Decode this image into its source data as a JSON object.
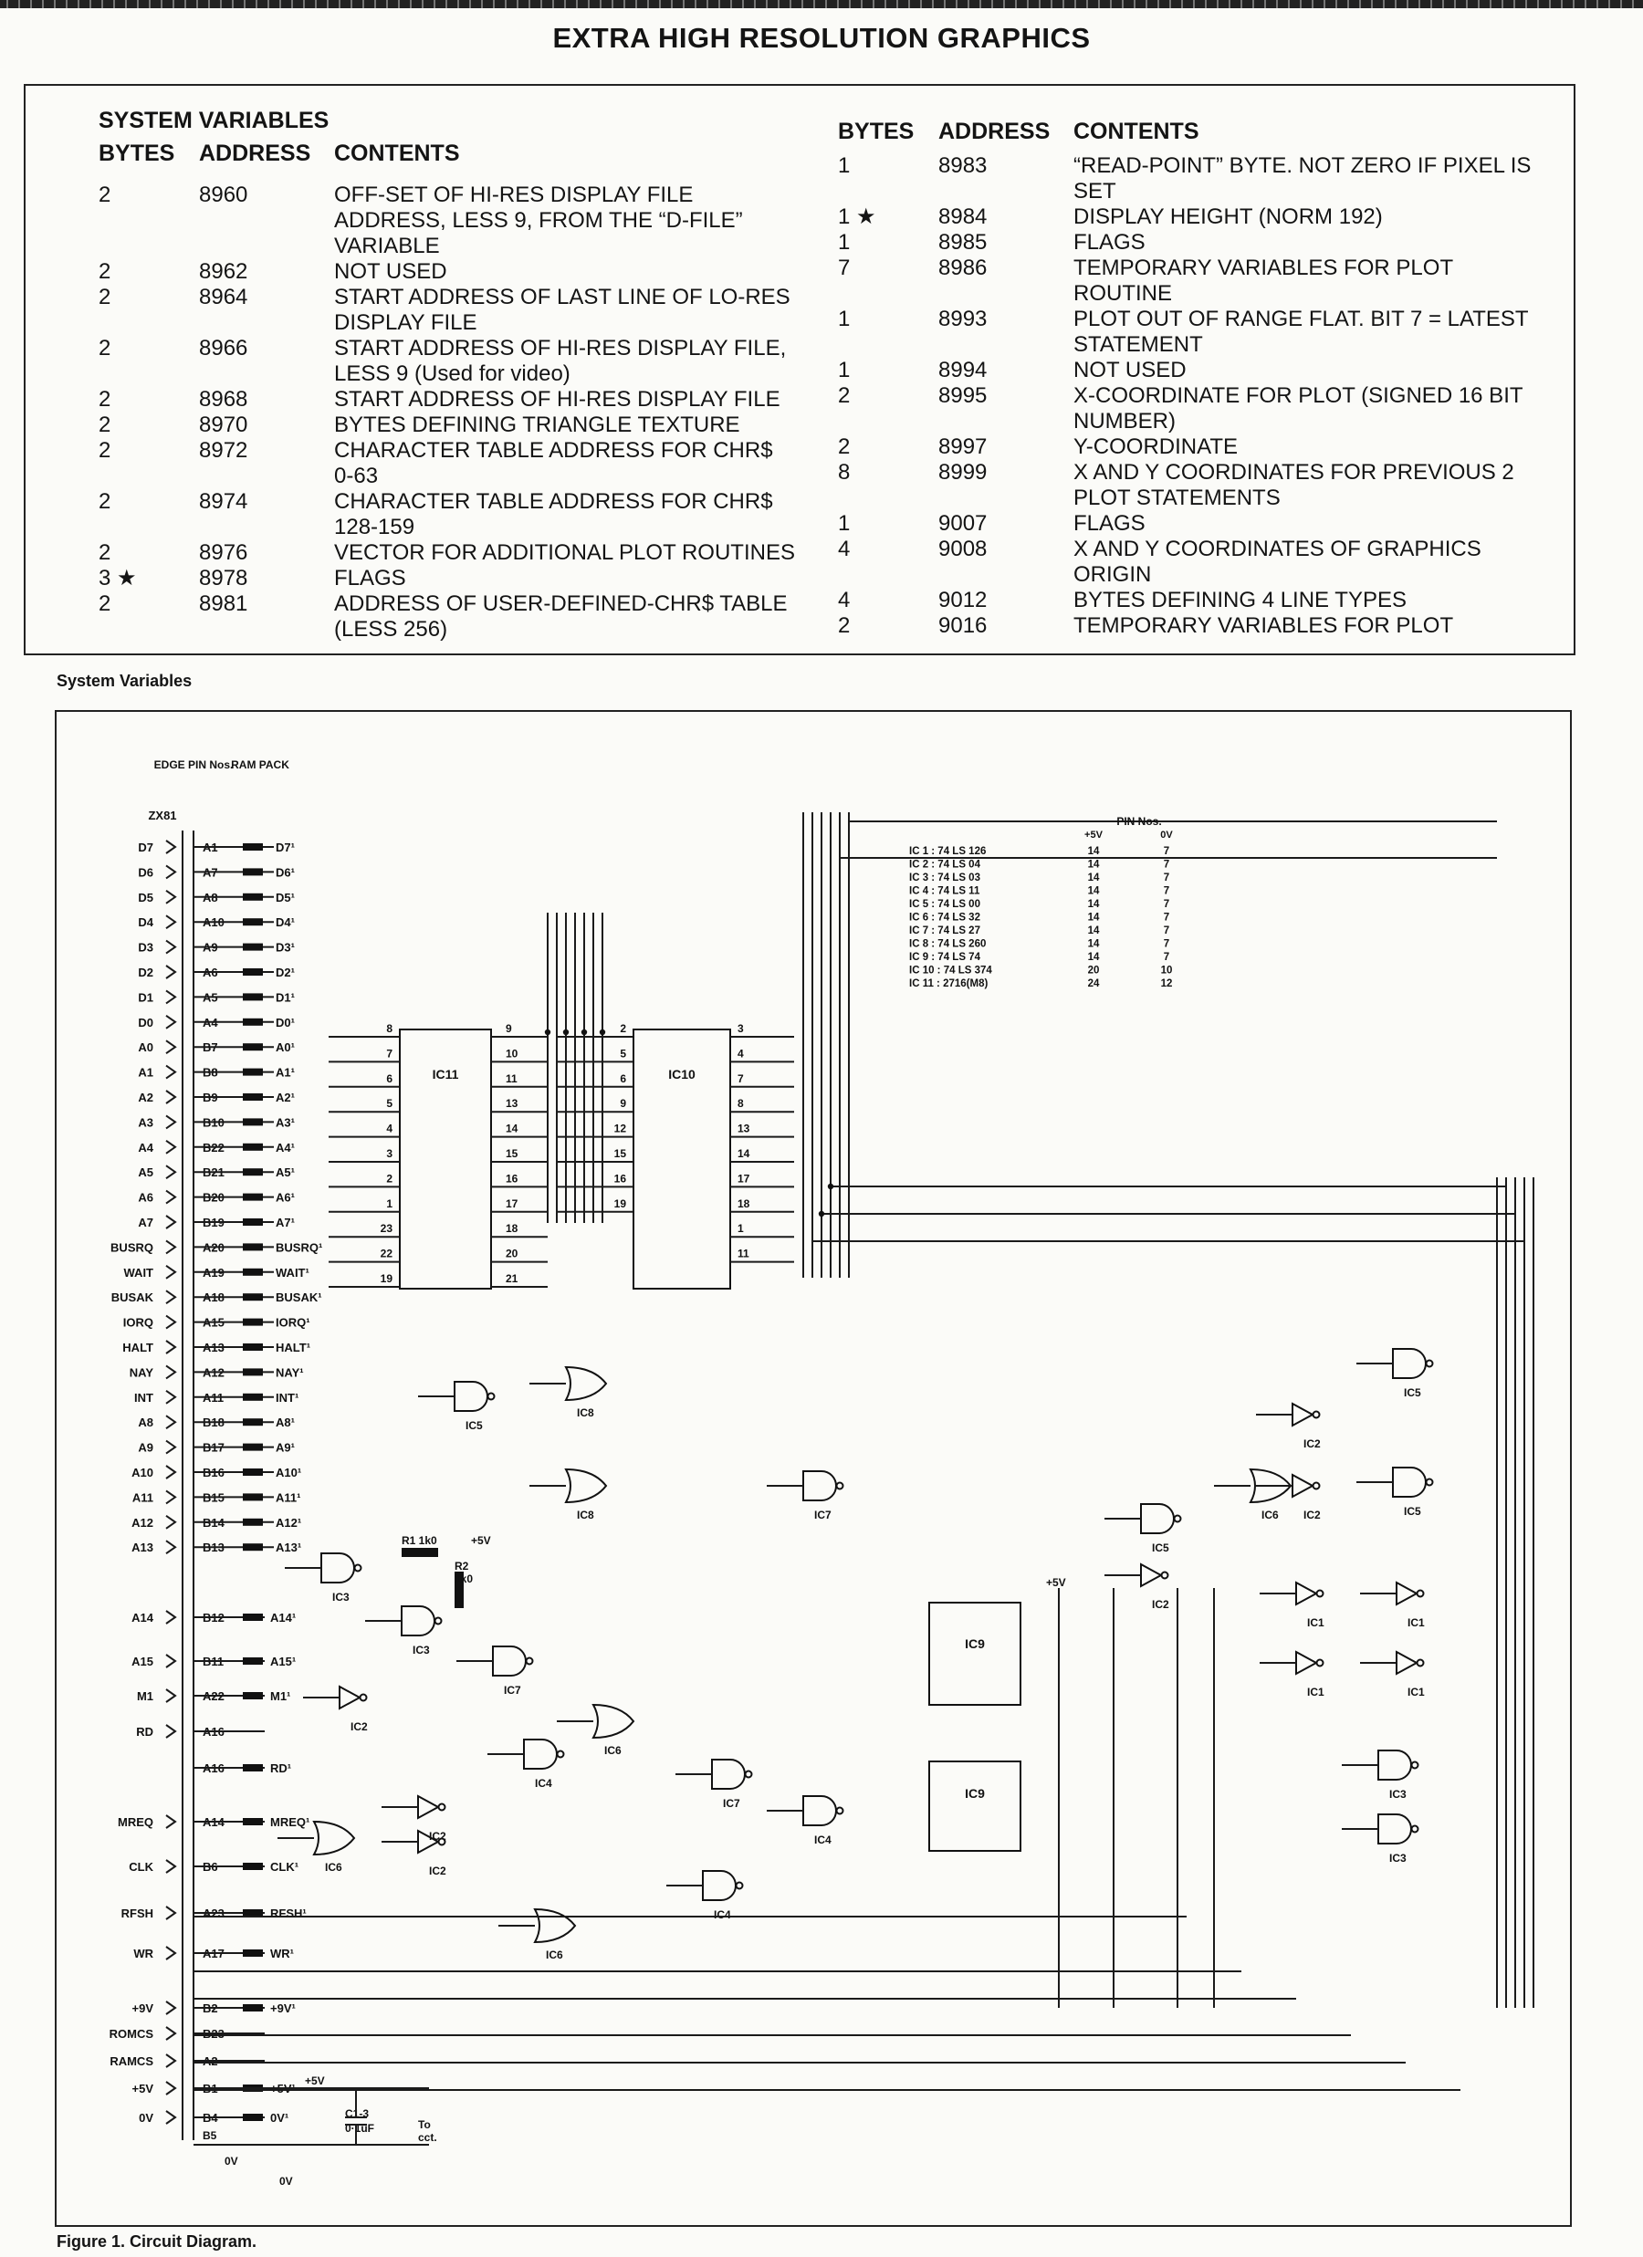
{
  "title": "EXTRA HIGH RESOLUTION GRAPHICS",
  "table": {
    "heading": "SYSTEM VARIABLES",
    "columns": [
      "BYTES",
      "ADDRESS",
      "CONTENTS"
    ],
    "left_rows": [
      {
        "bytes": "2",
        "address": "8960",
        "lines": [
          "OFF-SET OF HI-RES DISPLAY FILE",
          "ADDRESS, LESS 9, FROM THE “D-FILE”",
          "VARIABLE"
        ]
      },
      {
        "bytes": "2",
        "address": "8962",
        "lines": [
          "NOT USED"
        ]
      },
      {
        "bytes": "2",
        "address": "8964",
        "lines": [
          "START ADDRESS OF LAST LINE OF LO-RES",
          "DISPLAY FILE"
        ]
      },
      {
        "bytes": "2",
        "address": "8966",
        "lines": [
          "START ADDRESS OF HI-RES DISPLAY FILE,",
          "LESS 9 (Used for video)"
        ]
      },
      {
        "bytes": "2",
        "address": "8968",
        "lines": [
          "START ADDRESS OF HI-RES DISPLAY FILE"
        ]
      },
      {
        "bytes": "2",
        "address": "8970",
        "lines": [
          "BYTES DEFINING TRIANGLE TEXTURE"
        ]
      },
      {
        "bytes": "2",
        "address": "8972",
        "lines": [
          "CHARACTER TABLE ADDRESS FOR CHR$",
          "0-63"
        ]
      },
      {
        "bytes": "2",
        "address": "8974",
        "lines": [
          "CHARACTER TABLE ADDRESS FOR CHR$",
          "128-159"
        ]
      },
      {
        "bytes": "2",
        "address": "8976",
        "lines": [
          "VECTOR FOR ADDITIONAL PLOT ROUTINES"
        ]
      },
      {
        "bytes": "3 ★",
        "address": "8978",
        "lines": [
          "FLAGS"
        ]
      },
      {
        "bytes": "2",
        "address": "8981",
        "lines": [
          "ADDRESS OF USER-DEFINED-CHR$ TABLE",
          "(LESS 256)"
        ]
      }
    ],
    "right_rows": [
      {
        "bytes": "1",
        "address": "8983",
        "lines": [
          "“READ-POINT” BYTE. NOT ZERO IF PIXEL IS",
          "SET"
        ]
      },
      {
        "bytes": "1 ★",
        "address": "8984",
        "lines": [
          "DISPLAY HEIGHT (NORM 192)"
        ]
      },
      {
        "bytes": "1",
        "address": "8985",
        "lines": [
          "FLAGS"
        ]
      },
      {
        "bytes": "7",
        "address": "8986",
        "lines": [
          "TEMPORARY VARIABLES FOR PLOT",
          "ROUTINE"
        ]
      },
      {
        "bytes": "1",
        "address": "8993",
        "lines": [
          "PLOT OUT OF RANGE FLAT. BIT 7 = LATEST",
          "STATEMENT"
        ]
      },
      {
        "bytes": "1",
        "address": "8994",
        "lines": [
          "NOT USED"
        ]
      },
      {
        "bytes": "2",
        "address": "8995",
        "lines": [
          "X-COORDINATE FOR PLOT (SIGNED 16 BIT",
          "NUMBER)"
        ]
      },
      {
        "bytes": "2",
        "address": "8997",
        "lines": [
          "Y-COORDINATE"
        ]
      },
      {
        "bytes": "8",
        "address": "8999",
        "lines": [
          "X AND Y COORDINATES FOR PREVIOUS 2",
          "PLOT STATEMENTS"
        ]
      },
      {
        "bytes": "1",
        "address": "9007",
        "lines": [
          "FLAGS"
        ]
      },
      {
        "bytes": "4",
        "address": "9008",
        "lines": [
          "X AND Y COORDINATES OF GRAPHICS",
          "ORIGIN"
        ]
      },
      {
        "bytes": "4",
        "address": "9012",
        "lines": [
          "BYTES DEFINING 4 LINE TYPES"
        ]
      },
      {
        "bytes": "2",
        "address": "9016",
        "lines": [
          "TEMPORARY VARIABLES FOR PLOT"
        ]
      }
    ]
  },
  "table_caption": "System Variables",
  "figure_caption": "Figure 1.  Circuit Diagram.",
  "circuit": {
    "col_headers": [
      "EDGE PIN Nos.",
      "RAM PACK",
      "ZX81"
    ],
    "edge_rows": [
      [
        "D7",
        "A1",
        "D7¹"
      ],
      [
        "D6",
        "A7",
        "D6¹"
      ],
      [
        "D5",
        "A8",
        "D5¹"
      ],
      [
        "D4",
        "A10",
        "D4¹"
      ],
      [
        "D3",
        "A9",
        "D3¹"
      ],
      [
        "D2",
        "A6",
        "D2¹"
      ],
      [
        "D1",
        "A5",
        "D1¹"
      ],
      [
        "D0",
        "A4",
        "D0¹"
      ],
      [
        "A0",
        "B7",
        "A0¹"
      ],
      [
        "A1",
        "B8",
        "A1¹"
      ],
      [
        "A2",
        "B9",
        "A2¹"
      ],
      [
        "A3",
        "B10",
        "A3¹"
      ],
      [
        "A4",
        "B22",
        "A4¹"
      ],
      [
        "A5",
        "B21",
        "A5¹"
      ],
      [
        "A6",
        "B20",
        "A6¹"
      ],
      [
        "A7",
        "B19",
        "A7¹"
      ],
      [
        "BUSRQ",
        "A20",
        "BUSRQ¹"
      ],
      [
        "WAIT",
        "A19",
        "WAIT¹"
      ],
      [
        "BUSAK",
        "A18",
        "BUSAK¹"
      ],
      [
        "IORQ",
        "A15",
        "IORQ¹"
      ],
      [
        "HALT",
        "A13",
        "HALT¹"
      ],
      [
        "NAY",
        "A12",
        "NAY¹"
      ],
      [
        "INT",
        "A11",
        "INT¹"
      ],
      [
        "A8",
        "B18",
        "A8¹"
      ],
      [
        "A9",
        "B17",
        "A9¹"
      ],
      [
        "A10",
        "B16",
        "A10¹"
      ],
      [
        "A11",
        "B15",
        "A11¹"
      ],
      [
        "A12",
        "B14",
        "A12¹"
      ],
      [
        "A13",
        "B13",
        "A13¹"
      ]
    ],
    "lower_rows": [
      [
        "A14",
        "B12",
        "A14¹"
      ],
      [
        "A15",
        "B11",
        "A15¹"
      ],
      [
        "M1",
        "A22",
        "M1¹"
      ],
      [
        "RD",
        "A16",
        ""
      ],
      [
        "",
        "A16",
        "RD¹"
      ],
      [
        "MREQ",
        "A14",
        "MREQ¹"
      ],
      [
        "CLK",
        "B6",
        "CLK¹"
      ],
      [
        "RFSH",
        "A23",
        "RFSH¹"
      ],
      [
        "WR",
        "A17",
        "WR¹"
      ],
      [
        "+9V",
        "B2",
        "+9V¹"
      ],
      [
        "ROMCS",
        "B23",
        ""
      ],
      [
        "RAMCS",
        "A2",
        ""
      ],
      [
        "+5V",
        "B1",
        "+5V¹"
      ],
      [
        "0V",
        "B4",
        "0V¹"
      ]
    ],
    "pin_table_heading": "PIN Nos.",
    "pin_table_cols": [
      "+5V",
      "0V"
    ],
    "pin_table": [
      [
        "IC 1 : 74 LS 126",
        "14",
        "7"
      ],
      [
        "IC 2 : 74 LS  04",
        "14",
        "7"
      ],
      [
        "IC 3 : 74 LS  03",
        "14",
        "7"
      ],
      [
        "IC 4 : 74 LS  11",
        "14",
        "7"
      ],
      [
        "IC 5 : 74 LS  00",
        "14",
        "7"
      ],
      [
        "IC 6 : 74 LS  32",
        "14",
        "7"
      ],
      [
        "IC 7 : 74 LS  27",
        "14",
        "7"
      ],
      [
        "IC 8 : 74 LS 260",
        "14",
        "7"
      ],
      [
        "IC 9 : 74 LS  74",
        "14",
        "7"
      ],
      [
        "IC 10 : 74 LS 374",
        "20",
        "10"
      ],
      [
        "IC 11 : 2716(M8)",
        "24",
        "12"
      ]
    ],
    "chips": {
      "ic11": "IC11",
      "ic10": "IC10",
      "ic9a": "IC9",
      "ic9b": "IC9"
    },
    "ic11_left_pins": [
      "8",
      "7",
      "6",
      "5",
      "4",
      "3",
      "2",
      "1",
      "23",
      "22",
      "19"
    ],
    "ic11_right_pins": [
      "9",
      "10",
      "11",
      "13",
      "14",
      "15",
      "16",
      "17",
      "18",
      "20",
      "21"
    ],
    "ic10_left_pins": [
      "2",
      "5",
      "6",
      "9",
      "12",
      "15",
      "16",
      "19"
    ],
    "ic10_right_pins": [
      "3",
      "4",
      "7",
      "8",
      "13",
      "14",
      "17",
      "18",
      "1",
      "11"
    ],
    "gate_labels": [
      "IC5",
      "IC8",
      "IC8",
      "IC7",
      "IC3",
      "IC3",
      "IC7",
      "IC2",
      "IC6",
      "IC4",
      "IC7",
      "IC4",
      "IC6",
      "IC2",
      "IC2",
      "IC4",
      "IC6",
      "IC5",
      "IC2",
      "IC6",
      "IC2",
      "IC5",
      "IC5",
      "IC2",
      "IC1",
      "IC1",
      "IC1",
      "IC1",
      "IC3",
      "IC3"
    ],
    "misc_labels": [
      "R1 1k0",
      "R2",
      "1k0",
      "+5V",
      "+5V",
      "+5V",
      "0V",
      "C1-3",
      "0·1uF",
      "To",
      "cct.",
      "B5",
      "0V"
    ]
  }
}
